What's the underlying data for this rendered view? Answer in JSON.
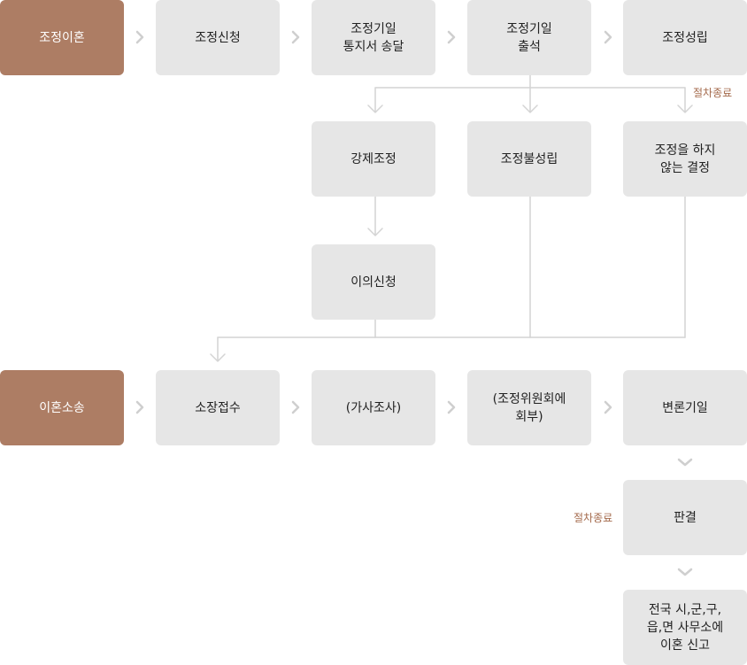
{
  "colors": {
    "start_fill": "#ad7d64",
    "step_fill": "#e6e6e6",
    "line": "#d4d4d4",
    "chevron": "#cfcfcf",
    "note_text": "#a46a4c"
  },
  "mediation_row": {
    "start": "조정이혼",
    "steps": [
      "조정신청",
      "조정기일\n통지서 송달",
      "조정기일\n출석",
      "조정성립"
    ]
  },
  "mediation_branches": {
    "forced": "강제조정",
    "failed": "조정불성립",
    "not_decided": "조정을 하지\n않는 결정",
    "objection": "이의신청",
    "end_note": "절차종료"
  },
  "litigation_row": {
    "start": "이혼소송",
    "steps": [
      "소장접수",
      "(가사조사)",
      "(조정위원회에\n회부)",
      "변론기일"
    ]
  },
  "final": {
    "judgment": "판결",
    "judgment_note": "절차종료",
    "report": "전국 시,군,구,\n읍,면 사무소에\n이혼 신고"
  }
}
